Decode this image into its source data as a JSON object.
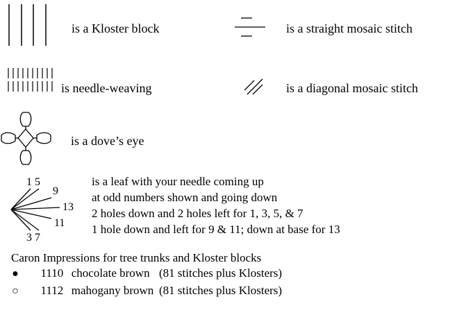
{
  "legend": {
    "kloster": "is a Kloster block",
    "straight": "is a straight mosaic stitch",
    "needle_weaving": "is needle-weaving",
    "diagonal": "is a diagonal mosaic stitch",
    "doves_eye": "is a dove’s eye"
  },
  "leaf": {
    "lines": [
      "is a leaf with your needle coming up",
      "at odd numbers shown and going down",
      "2 holes down and 2 holes left for 1, 3, 5, & 7",
      "1 hole down and left for 9 & 11; down at base for 13"
    ],
    "numbers": {
      "n15": "1 5",
      "n9": "9",
      "n13": "13",
      "n11": "11",
      "n37": "3 7"
    }
  },
  "threads": {
    "heading": "Caron Impressions for tree trunks and Kloster blocks",
    "items": [
      {
        "marker": "●",
        "code": "1110",
        "name": "chocolate brown",
        "note": "(81 stitches plus Klosters)"
      },
      {
        "marker": "○",
        "code": "1112",
        "name": "mahogany brown",
        "note": "(81 stitches plus Klosters)"
      }
    ]
  }
}
